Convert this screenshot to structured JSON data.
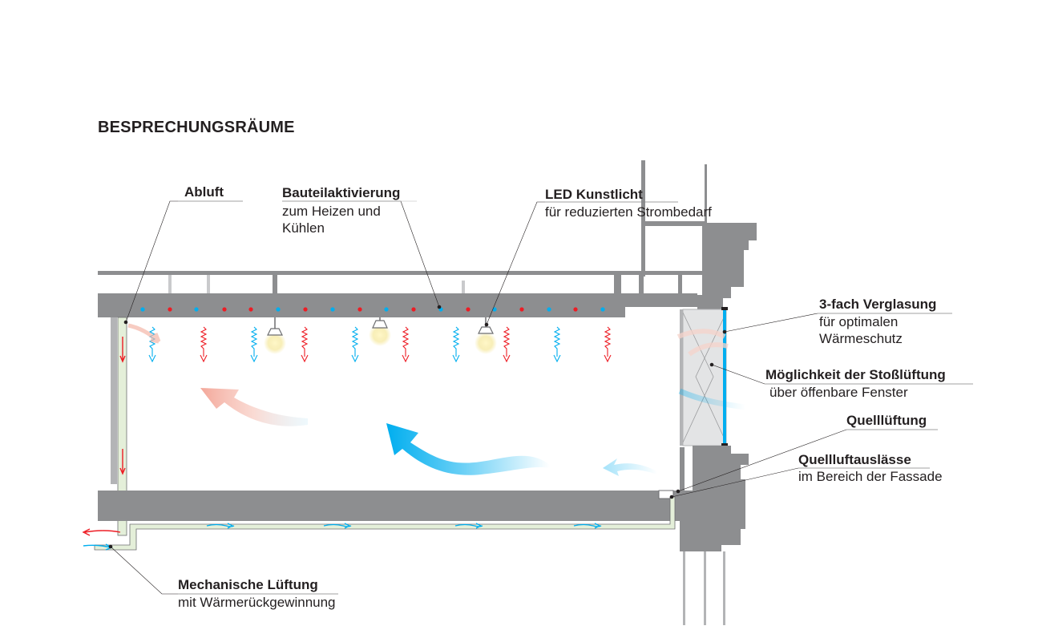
{
  "title": "BESPRECHUNGSRÄUME",
  "labels": {
    "abluft": {
      "title": "Abluft"
    },
    "bauteilaktivierung": {
      "title": "Bauteilaktivierung",
      "line1": "zum Heizen und",
      "line2": "Kühlen"
    },
    "led": {
      "title": "LED Kunstlicht",
      "line1": "für reduzierten Strombedarf"
    },
    "verglasung": {
      "title": "3-fach Verglasung",
      "line1": "für optimalen",
      "line2": "Wärmeschutz"
    },
    "stossluftung": {
      "title": "Möglichkeit der Stoßlüftung",
      "line1": "über öffenbare Fenster"
    },
    "quelllueftung": {
      "title": "Quelllüftung"
    },
    "quellluftauslaesse": {
      "title": "Quellluftauslässe",
      "line1": "im Bereich der Fassade"
    },
    "mechanische": {
      "title": "Mechanische Lüftung",
      "line1": "mit Wärmerückgewinnung"
    }
  },
  "colors": {
    "structure": "#8d8e90",
    "structure_dark": "#6d6e70",
    "heating": "#ed1c24",
    "cooling": "#00aeef",
    "duct": "#e4efd9",
    "glass": "#00aeef",
    "leader": "#231f20"
  }
}
